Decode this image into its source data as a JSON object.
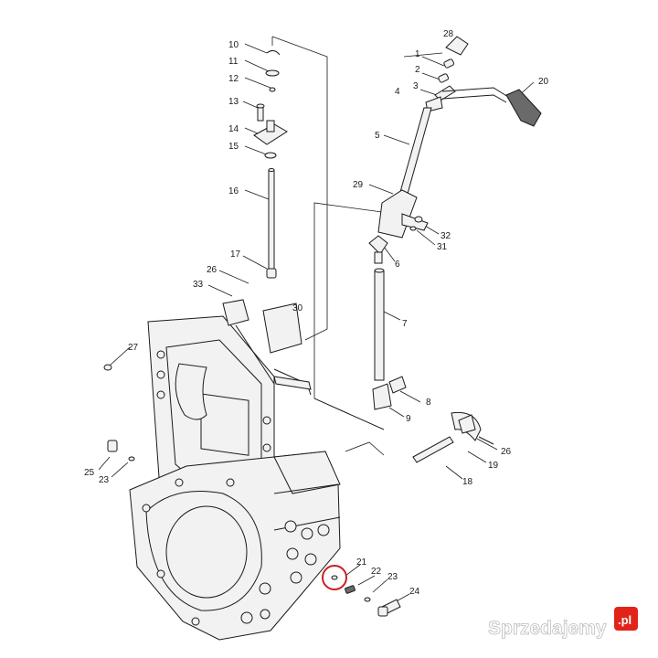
{
  "diagram": {
    "callouts": [
      {
        "id": "c28",
        "text": "28"
      },
      {
        "id": "c1",
        "text": "1"
      },
      {
        "id": "c2",
        "text": "2"
      },
      {
        "id": "c3",
        "text": "3"
      },
      {
        "id": "c4",
        "text": "4"
      },
      {
        "id": "c20",
        "text": "20"
      },
      {
        "id": "c5",
        "text": "5"
      },
      {
        "id": "c10",
        "text": "10"
      },
      {
        "id": "c11",
        "text": "11"
      },
      {
        "id": "c12",
        "text": "12"
      },
      {
        "id": "c13",
        "text": "13"
      },
      {
        "id": "c14",
        "text": "14"
      },
      {
        "id": "c15",
        "text": "15"
      },
      {
        "id": "c16",
        "text": "16"
      },
      {
        "id": "c29",
        "text": "29"
      },
      {
        "id": "c32",
        "text": "32"
      },
      {
        "id": "c31",
        "text": "31"
      },
      {
        "id": "c6",
        "text": "6"
      },
      {
        "id": "c17",
        "text": "17"
      },
      {
        "id": "c26a",
        "text": "26"
      },
      {
        "id": "c33",
        "text": "33"
      },
      {
        "id": "c30",
        "text": "30"
      },
      {
        "id": "c7",
        "text": "7"
      },
      {
        "id": "c27",
        "text": "27"
      },
      {
        "id": "c8",
        "text": "8"
      },
      {
        "id": "c9",
        "text": "9"
      },
      {
        "id": "c26b",
        "text": "26"
      },
      {
        "id": "c19",
        "text": "19"
      },
      {
        "id": "c18",
        "text": "18"
      },
      {
        "id": "c25",
        "text": "25"
      },
      {
        "id": "c23a",
        "text": "23"
      },
      {
        "id": "c21",
        "text": "21"
      },
      {
        "id": "c22",
        "text": "22"
      },
      {
        "id": "c23b",
        "text": "23"
      },
      {
        "id": "c24",
        "text": "24"
      }
    ],
    "highlight_color": "#cc1f1f"
  },
  "watermark": {
    "text": "Sprzedajemy",
    "badge": ".pl",
    "badge_color": "#e2231a"
  }
}
